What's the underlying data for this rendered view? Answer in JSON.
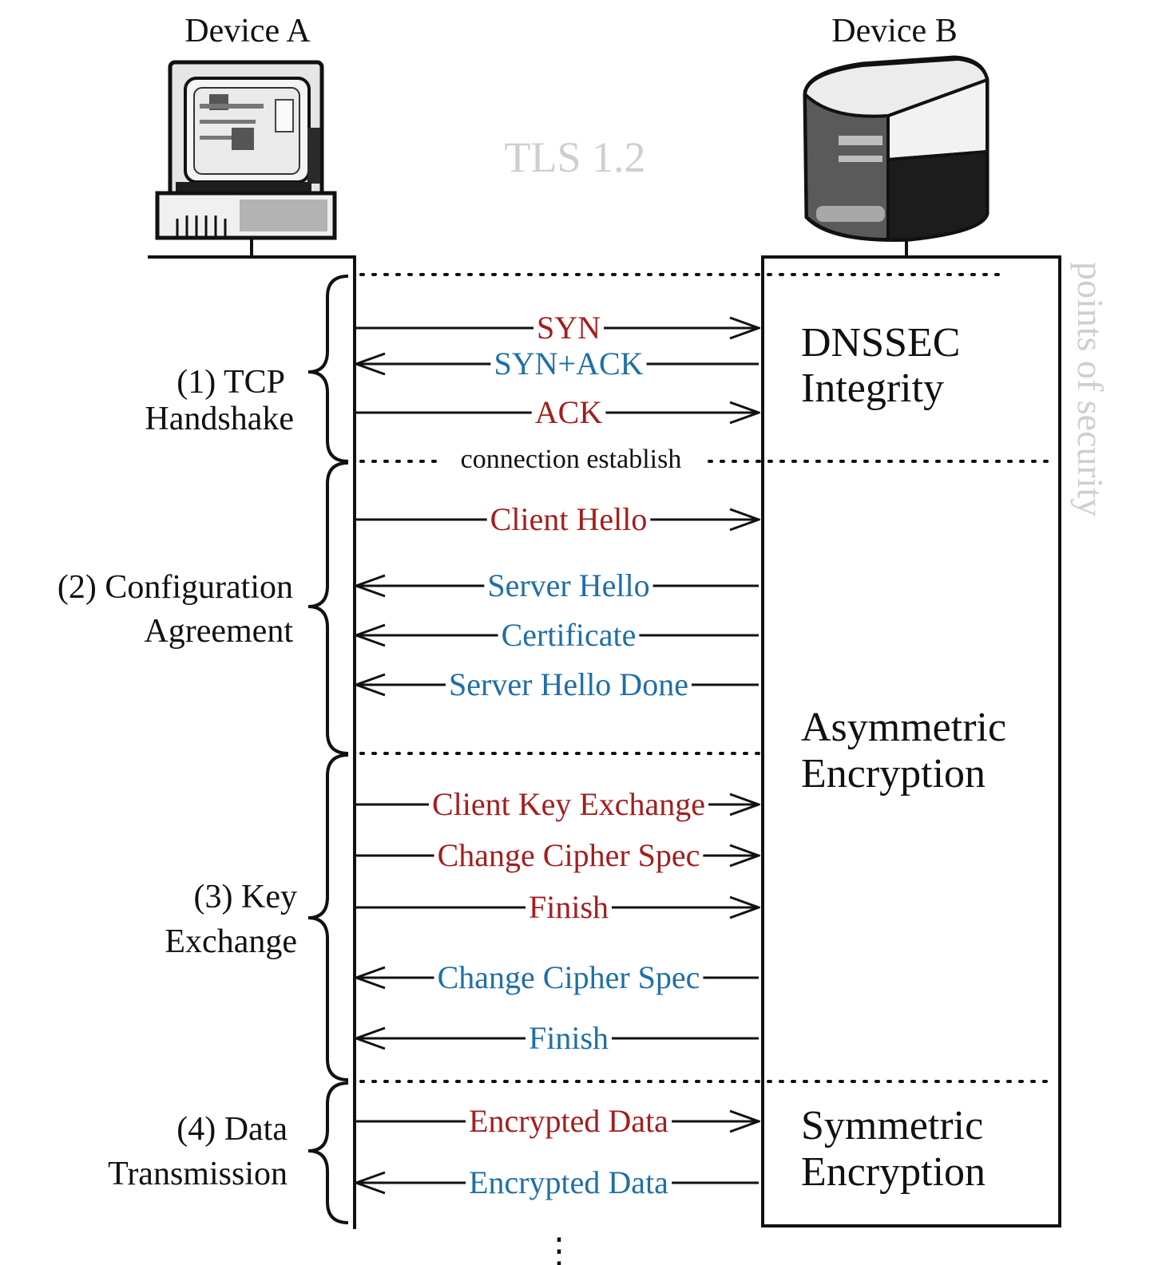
{
  "devices": {
    "a_label": "Device A",
    "b_label": "Device B",
    "a_icon": "desktop-computer-icon",
    "b_icon": "server-tower-icon"
  },
  "protocol_label": "TLS 1.2",
  "side_label": "points of security",
  "phases": [
    {
      "line1": "(1) TCP",
      "line2": "Handshake"
    },
    {
      "line1": "(2) Configuration",
      "line2": "Agreement"
    },
    {
      "line1": "(3) Key",
      "line2": "Exchange"
    },
    {
      "line1": "(4) Data",
      "line2": "Transmission"
    }
  ],
  "connection_note": "connection establish",
  "messages": [
    {
      "label": "SYN",
      "dir": "right",
      "color": "client"
    },
    {
      "label": "SYN+ACK",
      "dir": "left",
      "color": "server"
    },
    {
      "label": "ACK",
      "dir": "right",
      "color": "client"
    },
    {
      "label": "Client Hello",
      "dir": "right",
      "color": "client"
    },
    {
      "label": "Server Hello",
      "dir": "left",
      "color": "server"
    },
    {
      "label": "Certificate",
      "dir": "left",
      "color": "server"
    },
    {
      "label": "Server Hello Done",
      "dir": "left",
      "color": "server"
    },
    {
      "label": "Client Key Exchange",
      "dir": "right",
      "color": "client"
    },
    {
      "label": "Change Cipher Spec",
      "dir": "right",
      "color": "client"
    },
    {
      "label": "Finish",
      "dir": "right",
      "color": "client"
    },
    {
      "label": "Change Cipher Spec",
      "dir": "left",
      "color": "server"
    },
    {
      "label": "Finish",
      "dir": "left",
      "color": "server"
    },
    {
      "label": "Encrypted Data",
      "dir": "right",
      "color": "client"
    },
    {
      "label": "Encrypted Data",
      "dir": "left",
      "color": "server"
    }
  ],
  "security": [
    {
      "line1": "DNSSEC",
      "line2": "Integrity"
    },
    {
      "line1": "Asymmetric",
      "line2": "Encryption"
    },
    {
      "line1": "Symmetric",
      "line2": "Encryption"
    }
  ],
  "continuation": "⋮",
  "colors": {
    "client": "#a31e1e",
    "server": "#1f6fa8",
    "faded": "#cfcfcf",
    "ink": "#111111"
  }
}
